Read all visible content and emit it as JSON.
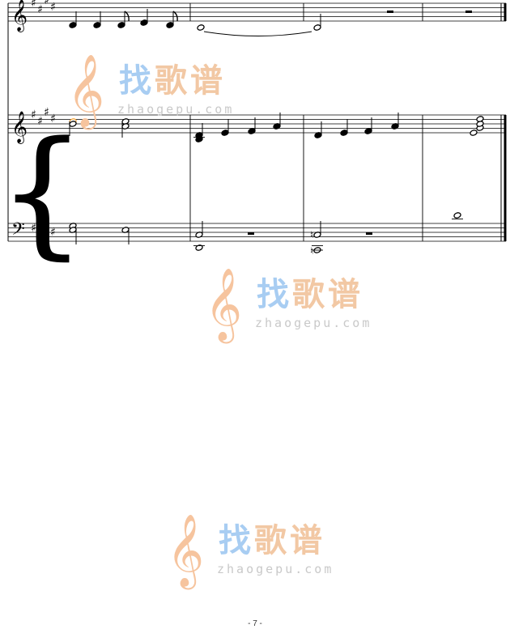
{
  "page": {
    "number_label": "- 7 -"
  },
  "watermark": {
    "brand_char_1": "找",
    "brand_char_2": "歌",
    "brand_char_3": "谱",
    "url": "zhaogepu.com",
    "clef_glyph": "𝄞"
  },
  "score": {
    "key_signature": "E major / C# minor (4 sharps)",
    "systems": 1,
    "staves": [
      "vocal treble",
      "piano treble",
      "piano bass"
    ],
    "measures": 4,
    "final_barline": "double",
    "colors": {
      "ink": "#000000",
      "highlight_note": "#f2a33a"
    }
  }
}
